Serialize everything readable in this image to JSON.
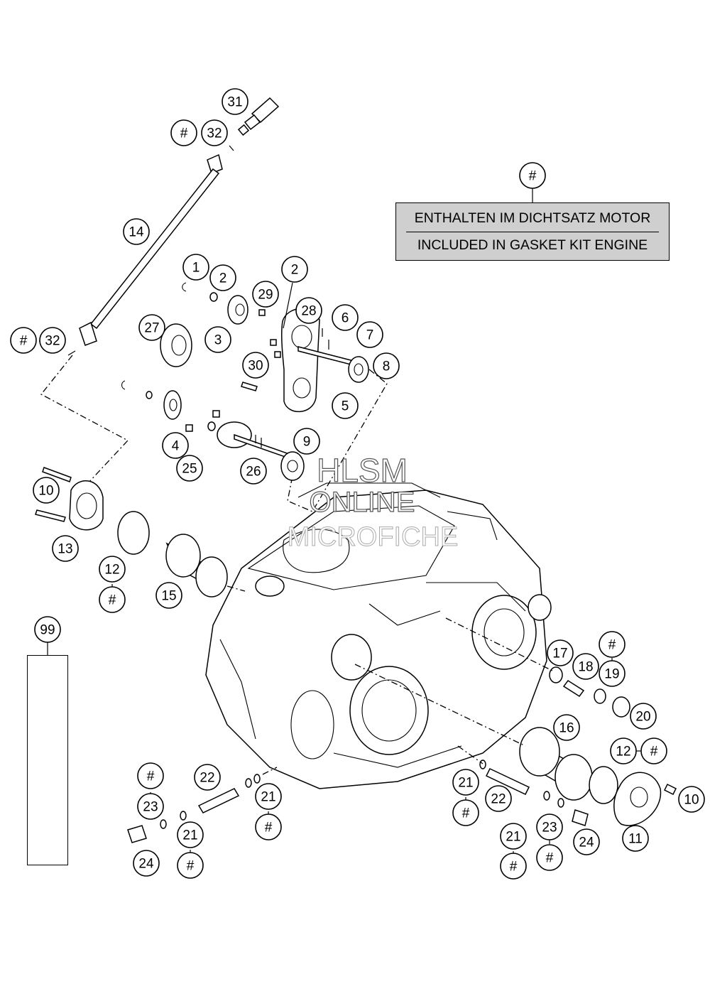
{
  "gasket_note": {
    "symbol": "#",
    "line_de": "ENTHALTEN IM DICHTSATZ MOTOR",
    "line_en": "INCLUDED IN GASKET KIT ENGINE"
  },
  "watermark": {
    "line1": "HLSM",
    "line2": "ONLINE",
    "line3": "MICROFICHE"
  },
  "kit": {
    "number": "99",
    "items": [
      "12",
      "15",
      "16",
      "21",
      "22",
      "23",
      "24"
    ]
  },
  "callouts": [
    {
      "id": "31",
      "label": "31"
    },
    {
      "id": "32a-hash",
      "label": "#"
    },
    {
      "id": "32a",
      "label": "32"
    },
    {
      "id": "14",
      "label": "14"
    },
    {
      "id": "32b-hash",
      "label": "#"
    },
    {
      "id": "32b",
      "label": "32"
    },
    {
      "id": "1",
      "label": "1"
    },
    {
      "id": "2a",
      "label": "2"
    },
    {
      "id": "2b",
      "label": "2"
    },
    {
      "id": "29",
      "label": "29"
    },
    {
      "id": "28",
      "label": "28"
    },
    {
      "id": "6",
      "label": "6"
    },
    {
      "id": "7",
      "label": "7"
    },
    {
      "id": "27",
      "label": "27"
    },
    {
      "id": "3",
      "label": "3"
    },
    {
      "id": "30",
      "label": "30"
    },
    {
      "id": "8",
      "label": "8"
    },
    {
      "id": "5",
      "label": "5"
    },
    {
      "id": "4",
      "label": "4"
    },
    {
      "id": "9",
      "label": "9"
    },
    {
      "id": "25",
      "label": "25"
    },
    {
      "id": "26",
      "label": "26"
    },
    {
      "id": "10a",
      "label": "10"
    },
    {
      "id": "13",
      "label": "13"
    },
    {
      "id": "12a",
      "label": "12"
    },
    {
      "id": "12a-hash",
      "label": "#"
    },
    {
      "id": "15",
      "label": "15"
    },
    {
      "id": "17",
      "label": "17"
    },
    {
      "id": "18",
      "label": "18"
    },
    {
      "id": "19-hash",
      "label": "#"
    },
    {
      "id": "19",
      "label": "19"
    },
    {
      "id": "20",
      "label": "20"
    },
    {
      "id": "16",
      "label": "16"
    },
    {
      "id": "12b",
      "label": "12"
    },
    {
      "id": "12b-hash",
      "label": "#"
    },
    {
      "id": "10b",
      "label": "10"
    },
    {
      "id": "11",
      "label": "11"
    },
    {
      "id": "21a",
      "label": "21"
    },
    {
      "id": "21a-hash",
      "label": "#"
    },
    {
      "id": "22a",
      "label": "22"
    },
    {
      "id": "21b",
      "label": "21"
    },
    {
      "id": "23a",
      "label": "23"
    },
    {
      "id": "23a-hash",
      "label": "#"
    },
    {
      "id": "24a",
      "label": "24"
    },
    {
      "id": "21c",
      "label": "21"
    },
    {
      "id": "21c-hash",
      "label": "#"
    },
    {
      "id": "22b",
      "label": "22"
    },
    {
      "id": "21d",
      "label": "21"
    },
    {
      "id": "21d-hash",
      "label": "#"
    },
    {
      "id": "23b",
      "label": "23"
    },
    {
      "id": "23b-hash",
      "label": "#"
    },
    {
      "id": "24b",
      "label": "24"
    },
    {
      "id": "21e",
      "label": "21"
    },
    {
      "id": "21e-hash",
      "label": "#"
    }
  ]
}
